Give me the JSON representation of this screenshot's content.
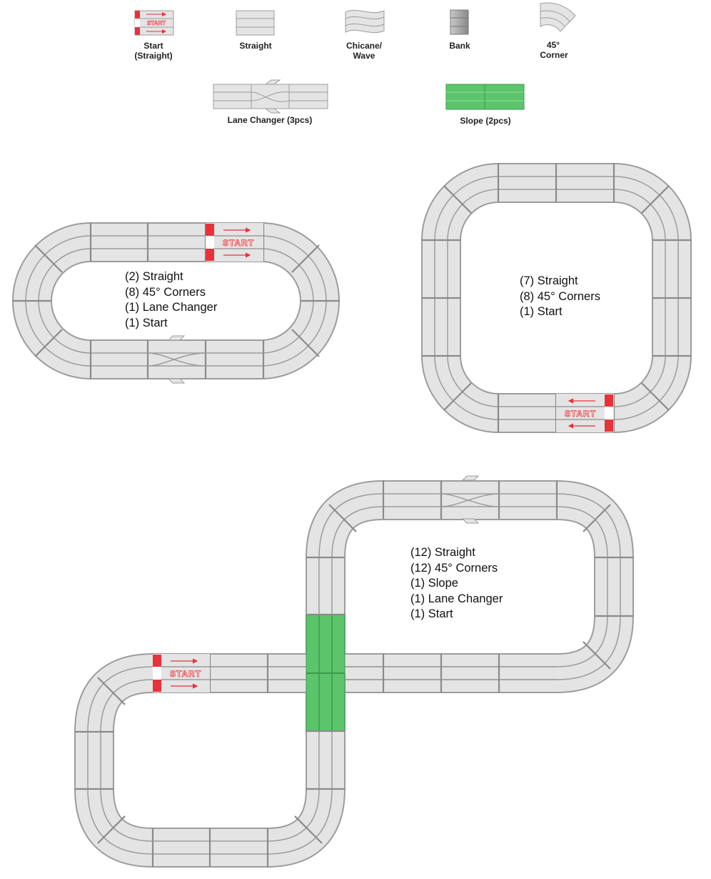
{
  "legend": {
    "start": "Start",
    "start_sub": "(Straight)",
    "straight": "Straight",
    "chicane_1": "Chicane/",
    "chicane_2": "Wave",
    "bank": "Bank",
    "corner_1": "45°",
    "corner_2": "Corner",
    "lane_changer": "Lane Changer (3pcs)",
    "slope": "Slope (2pcs)",
    "start_piece_text": "START"
  },
  "layouts": {
    "oval": {
      "lines": [
        "(2) Straight",
        "(8) 45° Corners",
        "(1) Lane Changer",
        "(1) Start"
      ],
      "start_text": "START"
    },
    "square": {
      "lines": [
        "(7) Straight",
        "(8) 45° Corners",
        "(1) Start"
      ],
      "start_text": "START"
    },
    "figure8": {
      "lines": [
        "(12) Straight",
        "(12) 45° Corners",
        "(1) Slope",
        "(1) Lane Changer",
        "(1) Start"
      ],
      "start_text": "START"
    }
  },
  "colors": {
    "track": "#e4e4e4",
    "track_edge": "#9c9c9c",
    "start_red": "#e8323a",
    "slope_green": "#5cc56c",
    "bank_gray": "#9a9a9a"
  }
}
